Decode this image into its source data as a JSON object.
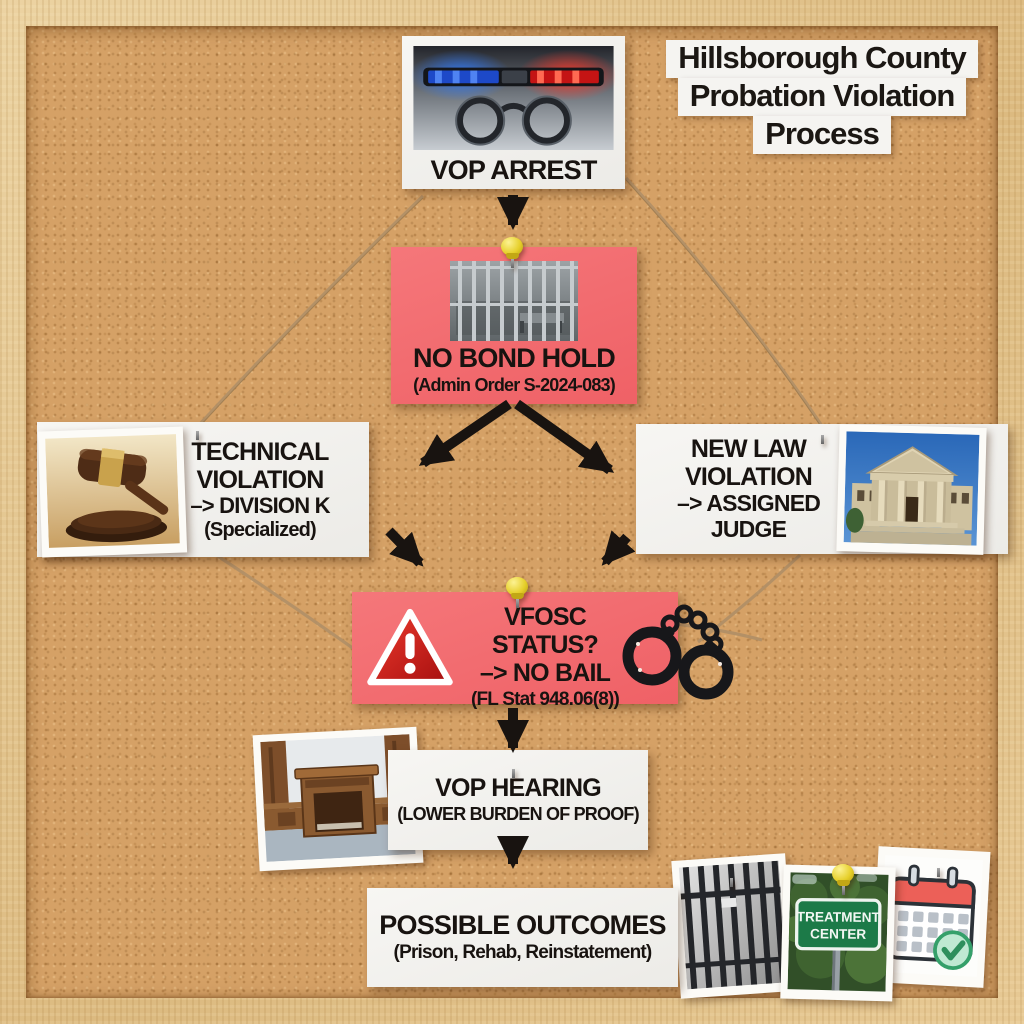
{
  "title": {
    "line1": "Hillsborough County",
    "line2": "Probation Violation",
    "line3": "Process"
  },
  "cards": {
    "vop_arrest": {
      "label": "VOP ARREST"
    },
    "no_bond_hold": {
      "title": "NO BOND HOLD",
      "subtitle": "(Admin Order S-2024-083)"
    },
    "technical_violation": {
      "lines": [
        "TECHNICAL",
        "VIOLATION",
        "–> DIVISION K",
        "(Specialized)"
      ]
    },
    "new_law_violation": {
      "lines": [
        "NEW LAW",
        "VIOLATION",
        "–> ASSIGNED",
        "JUDGE"
      ]
    },
    "vfosc_status": {
      "lines": [
        "VFOSC STATUS?",
        "–> NO BAIL",
        "(FL Stat 948.06(8))"
      ]
    },
    "vop_hearing": {
      "title": "VOP HEARING",
      "subtitle": "(LOWER BURDEN OF PROOF)"
    },
    "possible_outcomes": {
      "title": "POSSIBLE OUTCOMES",
      "subtitle": "(Prison, Rehab, Reinstatement)"
    }
  },
  "photos": {
    "treatment_sign": {
      "line1": "TREATMENT",
      "line2": "CENTER"
    }
  },
  "colors": {
    "cork": "#d5a166",
    "frame": "#e0c189",
    "card_red": "#f26b6e",
    "card_white": "#f4f3f0",
    "arrow_black": "#181310",
    "twine": "#b29067",
    "warning_red": "#c8191e",
    "sign_green": "#1c7a48"
  }
}
